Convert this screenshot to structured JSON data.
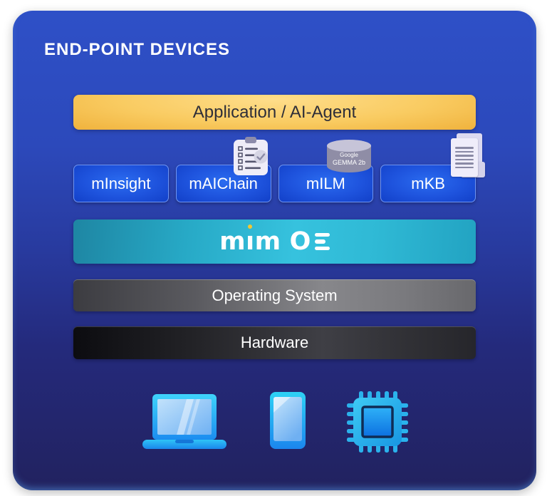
{
  "title": "END-POINT DEVICES",
  "stack": {
    "application": {
      "label": "Application / AI-Agent"
    },
    "modules": [
      {
        "label": "mInsight"
      },
      {
        "label": "mAIChain"
      },
      {
        "label": "mILM"
      },
      {
        "label": "mKB"
      }
    ],
    "middleware": {
      "brand": "mimOE",
      "parts": {
        "m1": "m",
        "i": "ı",
        "m2": "m",
        "o": "O"
      }
    },
    "os": {
      "label": "Operating System"
    },
    "hardware": {
      "label": "Hardware"
    }
  },
  "model_badge": {
    "line1": "Google",
    "line2": "GEMMA 2b"
  },
  "icons": {
    "above_modules": [
      "checklist-clipboard-icon",
      "model-database-icon",
      "documents-stack-icon"
    ],
    "devices": [
      "laptop-icon",
      "smartphone-icon",
      "chip-icon"
    ]
  },
  "colors": {
    "panel_top": "#2e50c7",
    "panel_bottom": "#22225f",
    "application_bar": "#f6c35a",
    "module_box": "#1e53dd",
    "module_border": "#6e95f3",
    "mimoe_teal": "#2fb9d5",
    "logo_dot_yellow": "#f2c832",
    "os_gray": "#87878b",
    "hardware_black": "#232327",
    "device_cyan": "#2ec6f4",
    "text_light": "#ffffff",
    "text_dark": "#2e2e38"
  }
}
